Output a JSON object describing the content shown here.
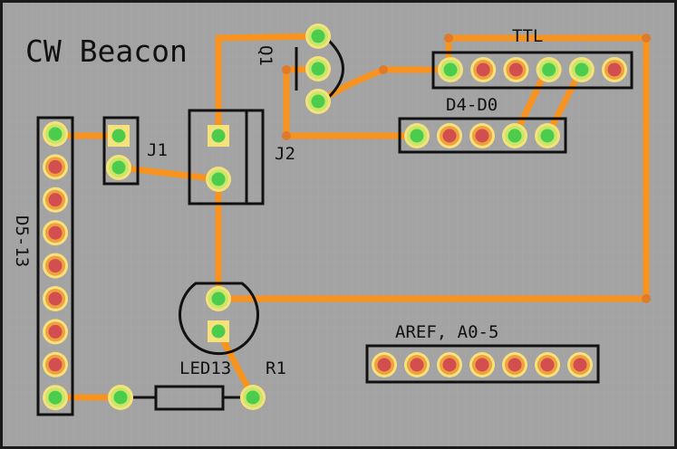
{
  "board": {
    "title": "CW Beacon",
    "colors": {
      "board": "#a3a3a3",
      "trace": "#f7931e",
      "pad_ring": "#f5e27a",
      "pad_green": "#4ccc4c",
      "pad_red": "#d24f4f",
      "silk": "#111111"
    }
  },
  "labels": {
    "ttl": "TTL",
    "d4_d0": "D4-D0",
    "j2": "J2",
    "j1": "J1",
    "q1": "Q1",
    "d5_13": "D5-13",
    "aref": "AREF, A0-5",
    "led13": "LED13",
    "r1": "R1"
  },
  "headers": {
    "d5_13_pins": [
      "green",
      "red",
      "red",
      "red",
      "red",
      "red",
      "red",
      "red",
      "green"
    ],
    "ttl_pins": [
      "green",
      "red",
      "red",
      "green",
      "green",
      "red"
    ],
    "d4_d0_pins": [
      "green",
      "red",
      "red",
      "green",
      "green"
    ],
    "aref_pins": [
      "red",
      "red",
      "red",
      "red",
      "red",
      "red",
      "red"
    ]
  }
}
